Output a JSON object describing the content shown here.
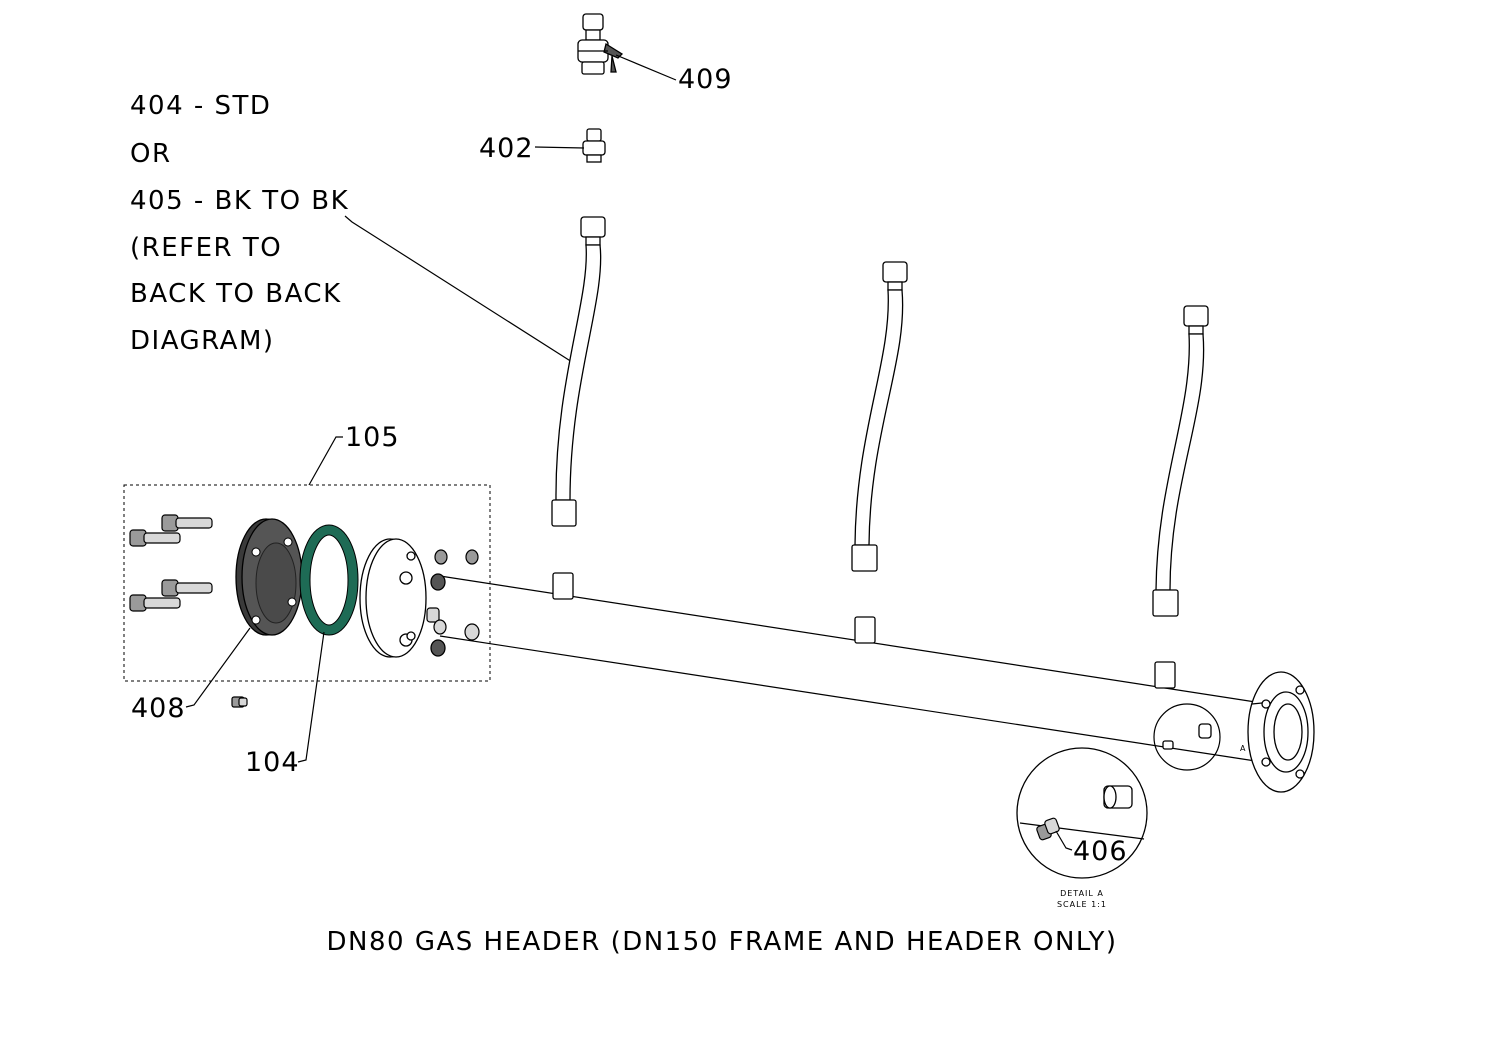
{
  "callouts": {
    "c409": "409",
    "c402": "402",
    "c105": "105",
    "c408": "408",
    "c104": "104",
    "c406": "406"
  },
  "note_lines": [
    "404 - STD",
    "OR",
    "405 - BK TO BK",
    "(REFER TO",
    "BACK TO BACK",
    "DIAGRAM)"
  ],
  "detail": {
    "title": "DETAIL A",
    "scale": "SCALE 1:1",
    "marker": "A"
  },
  "caption": "DN80 GAS HEADER (DN150 FRAME AND HEADER ONLY)",
  "colors": {
    "gasket": "#1e6b55",
    "blank_flange": "#555555"
  }
}
